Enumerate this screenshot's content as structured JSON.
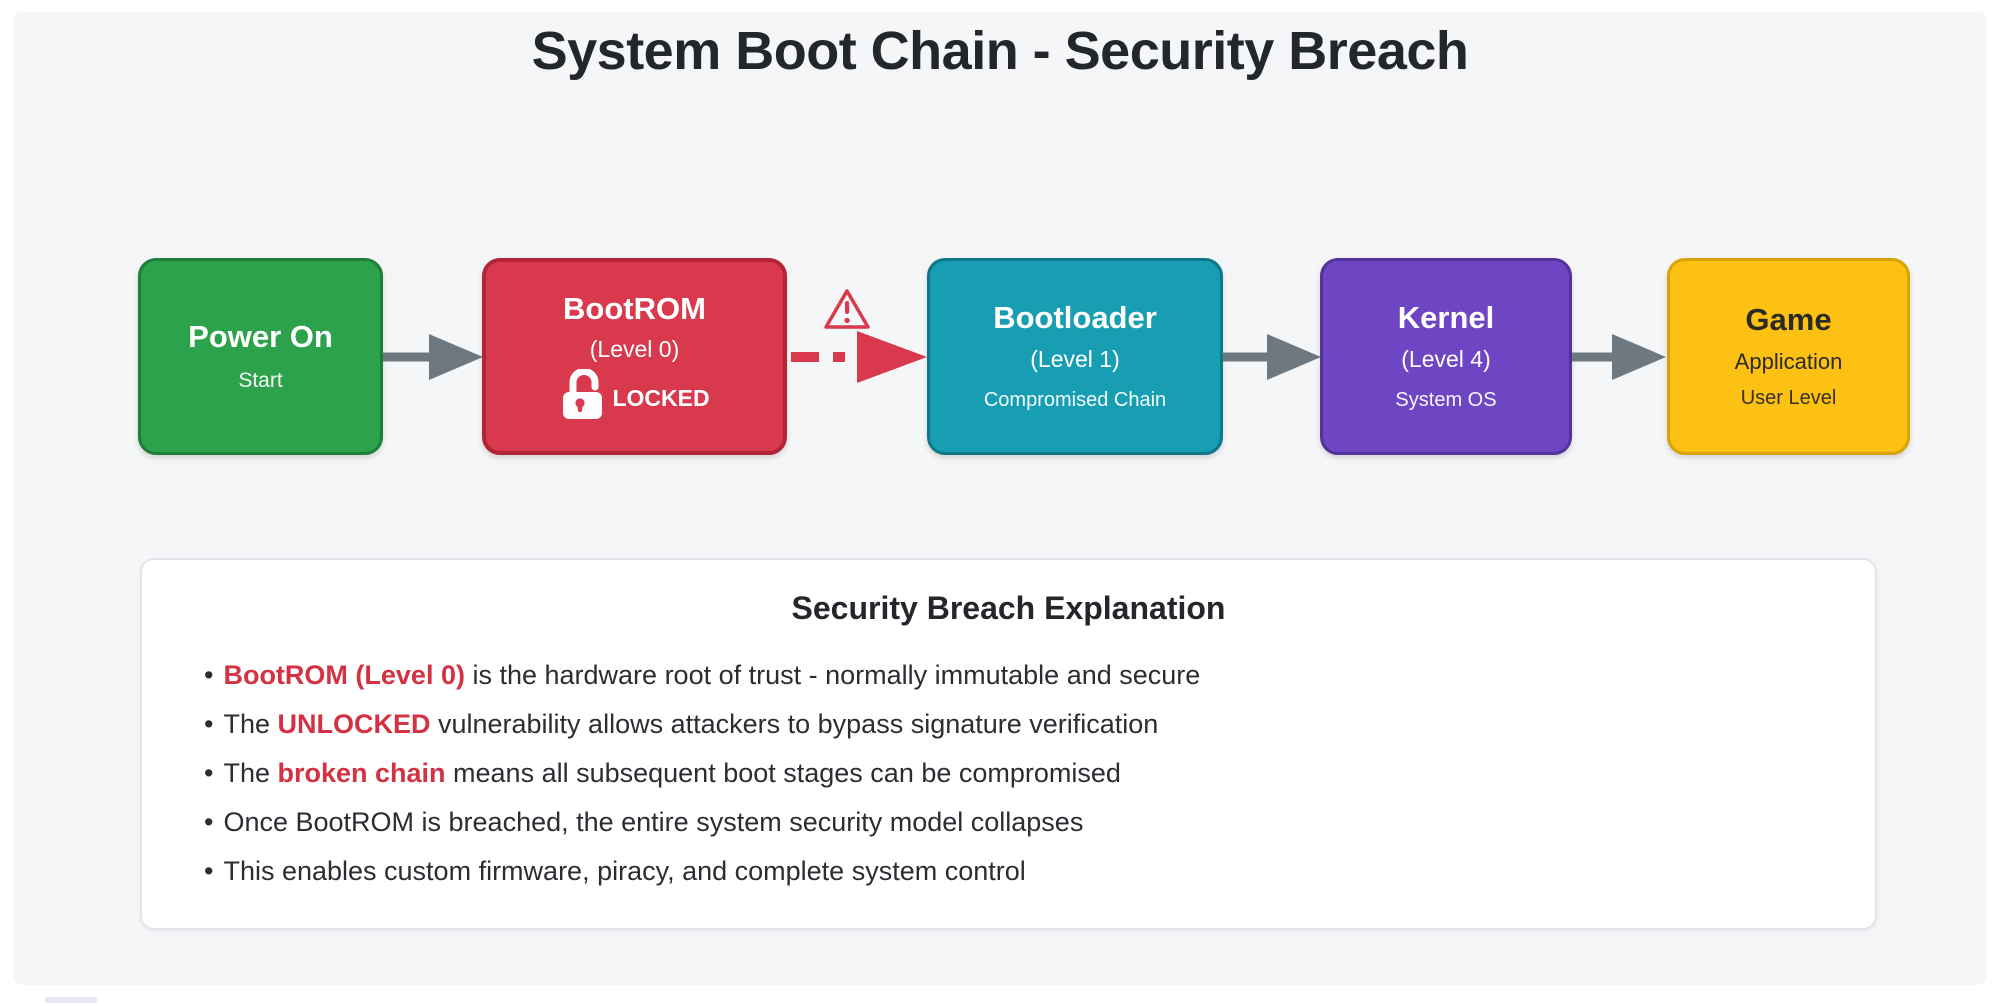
{
  "page_title": "System Boot Chain - Security Breach",
  "colors": {
    "background": "#f5f6f8",
    "node_green_fill": "#2ca24c",
    "node_green_border": "#1e7e3a",
    "node_red_fill": "#d8394c",
    "node_red_border": "#b32437",
    "node_teal_fill": "#189eb2",
    "node_teal_border": "#0f7787",
    "node_purple_fill": "#6e45c3",
    "node_purple_border": "#53339a",
    "node_yellow_fill": "#fcc113",
    "node_yellow_border": "#d8a306",
    "arrow_gray": "#6d7880",
    "arrow_red": "#d8394c",
    "highlight_red": "#d23242"
  },
  "flow": {
    "nodes": [
      {
        "title": "Power On",
        "note": "Start"
      },
      {
        "title": "BootROM",
        "subtitle": "(Level 0)",
        "lock_label": "LOCKED",
        "icon": "open-padlock-icon"
      },
      {
        "title": "Bootloader",
        "subtitle": "(Level 1)",
        "note": "Compromised Chain"
      },
      {
        "title": "Kernel",
        "subtitle": "(Level 4)",
        "note": "System OS"
      },
      {
        "title": "Game",
        "subtitle": "Application",
        "note": "User Level"
      }
    ],
    "connectors": [
      {
        "from": "Power On",
        "to": "BootROM",
        "style": "solid",
        "color": "#6d7880"
      },
      {
        "from": "BootROM",
        "to": "Bootloader",
        "style": "dashed-broken",
        "color": "#d8394c",
        "icon": "warning-triangle-icon"
      },
      {
        "from": "Bootloader",
        "to": "Kernel",
        "style": "solid",
        "color": "#6d7880"
      },
      {
        "from": "Kernel",
        "to": "Game",
        "style": "solid",
        "color": "#6d7880"
      }
    ]
  },
  "explanation": {
    "title": "Security Breach Explanation",
    "bullet_char": "•",
    "bullets": [
      {
        "prefix": "",
        "highlight": "BootROM (Level 0)",
        "rest": " is the hardware root of trust - normally immutable and secure"
      },
      {
        "prefix": "The ",
        "highlight": "UNLOCKED",
        "rest": " vulnerability allows attackers to bypass signature verification"
      },
      {
        "prefix": "The ",
        "highlight": "broken chain",
        "rest": " means all subsequent boot stages can be compromised"
      },
      {
        "prefix": "Once BootROM is breached, the entire system security model collapses",
        "highlight": "",
        "rest": ""
      },
      {
        "prefix": "This enables custom firmware, piracy, and complete system control",
        "highlight": "",
        "rest": ""
      }
    ]
  }
}
